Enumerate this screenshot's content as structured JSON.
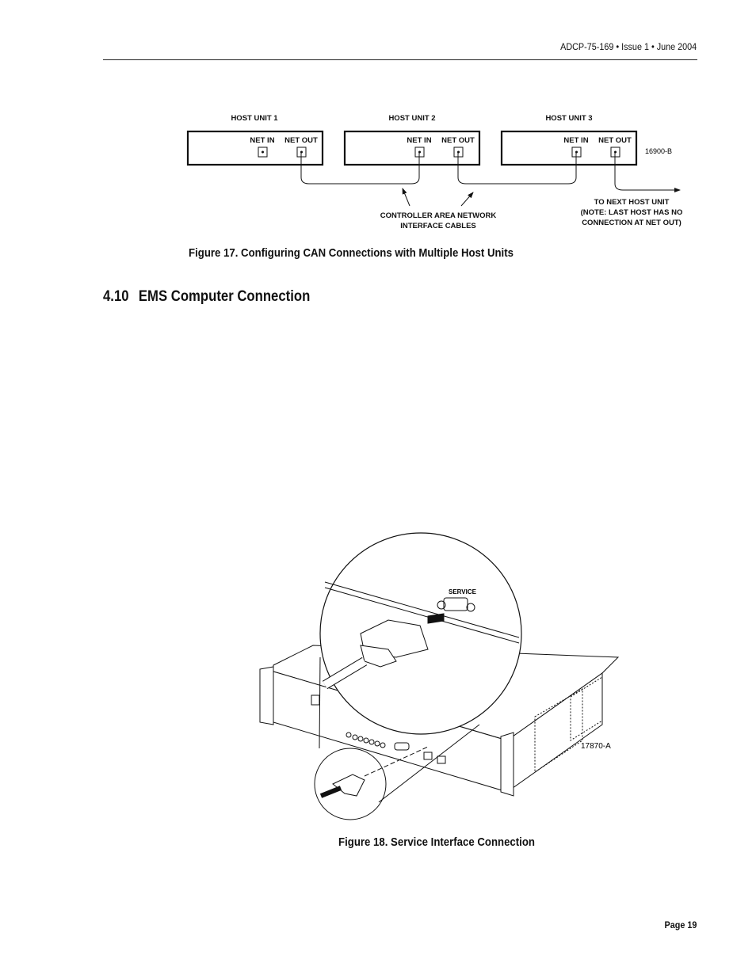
{
  "header": {
    "doc_ref": "ADCP-75-169 • Issue 1 • June 2004"
  },
  "figure17": {
    "hosts": [
      {
        "label": "HOST UNIT 1",
        "net_in": "NET IN",
        "net_out": "NET OUT"
      },
      {
        "label": "HOST UNIT 2",
        "net_in": "NET IN",
        "net_out": "NET OUT"
      },
      {
        "label": "HOST UNIT 3",
        "net_in": "NET IN",
        "net_out": "NET OUT"
      }
    ],
    "drawing_id": "16900-B",
    "cables_label": [
      "CONTROLLER AREA NETWORK",
      "INTERFACE CABLES"
    ],
    "next_host_label": [
      "TO NEXT HOST UNIT",
      "(NOTE: LAST HOST HAS NO",
      "CONNECTION AT NET OUT)"
    ],
    "caption": "Figure 17. Configuring CAN Connections with Multiple Host Units"
  },
  "section": {
    "number": "4.10",
    "title": "EMS Computer Connection"
  },
  "figure18": {
    "service_label": "SERVICE",
    "drawing_id": "17870-A",
    "caption": "Figure 18. Service Interface Connection"
  },
  "footer": {
    "page": "Page 19"
  }
}
